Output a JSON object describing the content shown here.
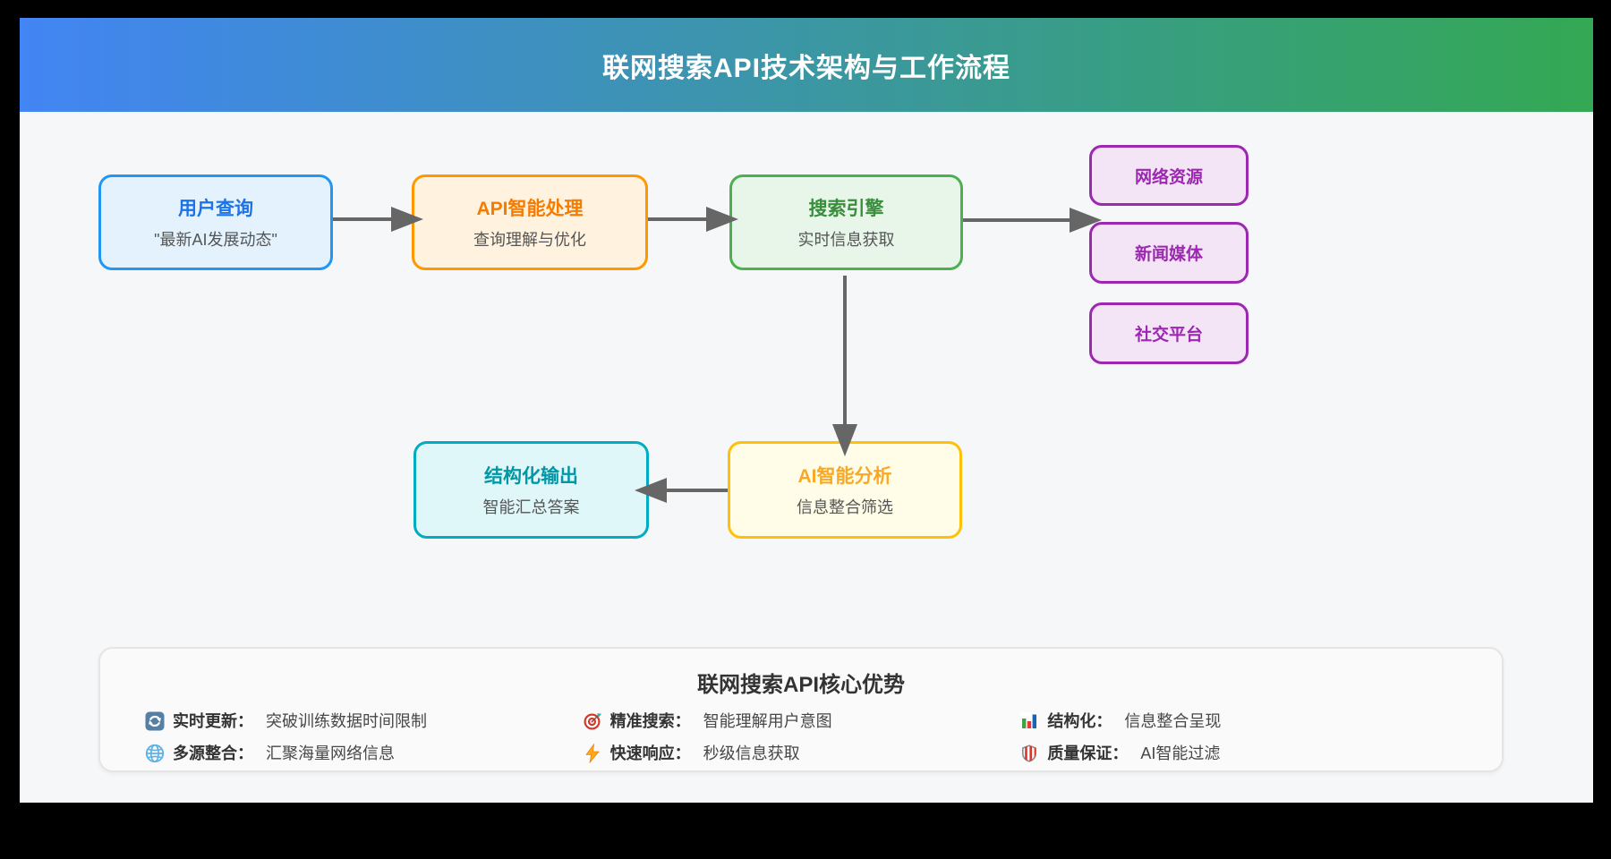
{
  "header": {
    "title": "联网搜索API技术架构与工作流程",
    "gradient_from": "#4285f4",
    "gradient_to": "#34a853"
  },
  "flow": {
    "nodes": [
      {
        "id": "user-query",
        "title": "用户查询",
        "subtitle": "\"最新AI发展动态\"",
        "title_color": "#1a73e8",
        "border_color": "#2196f3",
        "bg": "#e3f2fd"
      },
      {
        "id": "api-processing",
        "title": "API智能处理",
        "subtitle": "查询理解与优化",
        "title_color": "#f57c00",
        "border_color": "#ff9800",
        "bg": "#fff3e0"
      },
      {
        "id": "search-engine",
        "title": "搜索引擎",
        "subtitle": "实时信息获取",
        "title_color": "#388e3c",
        "border_color": "#4caf50",
        "bg": "#e8f5e9"
      },
      {
        "id": "ai-analysis",
        "title": "AI智能分析",
        "subtitle": "信息整合筛选",
        "title_color": "#f9a825",
        "border_color": "#ffc107",
        "bg": "#fffde7"
      },
      {
        "id": "structured-output",
        "title": "结构化输出",
        "subtitle": "智能汇总答案",
        "title_color": "#0097a7",
        "border_color": "#00acc1",
        "bg": "#e0f7fa"
      }
    ],
    "sources": {
      "style": {
        "text_color": "#9c27b0",
        "border_color": "#9c27b0",
        "bg": "#f3e5f5"
      },
      "items": [
        {
          "id": "web-resources",
          "label": "网络资源"
        },
        {
          "id": "news-media",
          "label": "新闻媒体"
        },
        {
          "id": "social-platform",
          "label": "社交平台"
        }
      ]
    }
  },
  "advantages": {
    "title": "联网搜索API核心优势",
    "items": [
      {
        "icon": "refresh-icon",
        "label": "实时更新：",
        "desc": "突破训练数据时间限制"
      },
      {
        "icon": "target-icon",
        "label": "精准搜索：",
        "desc": "智能理解用户意图"
      },
      {
        "icon": "bar-chart-icon",
        "label": "结构化：",
        "desc": "信息整合呈现"
      },
      {
        "icon": "globe-icon",
        "label": "多源整合：",
        "desc": "汇聚海量网络信息"
      },
      {
        "icon": "lightning-icon",
        "label": "快速响应：",
        "desc": "秒级信息获取"
      },
      {
        "icon": "shield-icon",
        "label": "质量保证：",
        "desc": "AI智能过滤"
      }
    ]
  },
  "colors": {
    "page_bg": "#000000",
    "card_bg": "#f6f7f9",
    "arrow": "#666666",
    "panel_bg": "#fafafa",
    "panel_border": "#e5e5e5"
  }
}
